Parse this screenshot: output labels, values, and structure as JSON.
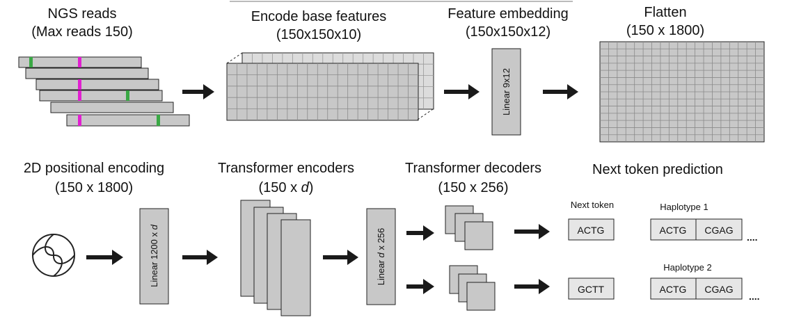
{
  "stages": {
    "ngs": {
      "line1": "NGS reads",
      "line2": "(Max reads 150)"
    },
    "encode": {
      "line1": "Encode base features",
      "line2": "(150x150x10)"
    },
    "embedding": {
      "line1": "Feature embedding",
      "line2": "(150x150x12)",
      "linear_label": "Linear 9x12"
    },
    "flatten": {
      "line1": "Flatten",
      "line2": "(150 x 1800)"
    },
    "positional": {
      "line1": "2D positional encoding",
      "line2": "(150 x 1800)",
      "linear_label_prefix": "Linear 1200 x ",
      "linear_label_var": "d"
    },
    "encoders": {
      "line1": "Transformer encoders",
      "line2_prefix": "(150 x ",
      "line2_var": "d",
      "line2_suffix": ")"
    },
    "decoders": {
      "line1": "Transformer decoders",
      "line2": "(150 x 256)",
      "linear_label_prefix": "Linear  ",
      "linear_label_var": "d",
      "linear_label_suffix": "  x 256"
    },
    "prediction": {
      "line1": "Next token prediction"
    }
  },
  "prediction_rows": [
    {
      "next_token_header": "Next token",
      "token": "ACTG",
      "haplotype_label": "Haplotype 1",
      "haplotype_cells": [
        "ACTG",
        "CGAG"
      ],
      "ellipsis": "...."
    },
    {
      "next_token_header": "",
      "token": "GCTT",
      "haplotype_label": "Haplotype 2",
      "haplotype_cells": [
        "ACTG",
        "CGAG"
      ],
      "ellipsis": "...."
    }
  ],
  "colors": {
    "box_fill": "#c8c8c8",
    "grid_line": "#8a8a8a",
    "stroke": "#222222",
    "variant_green": "#3aa845",
    "variant_magenta": "#e020d0",
    "arrow": "#1a1a1a"
  },
  "icons": {
    "positional_encoding": "swirl-circle-icon"
  }
}
